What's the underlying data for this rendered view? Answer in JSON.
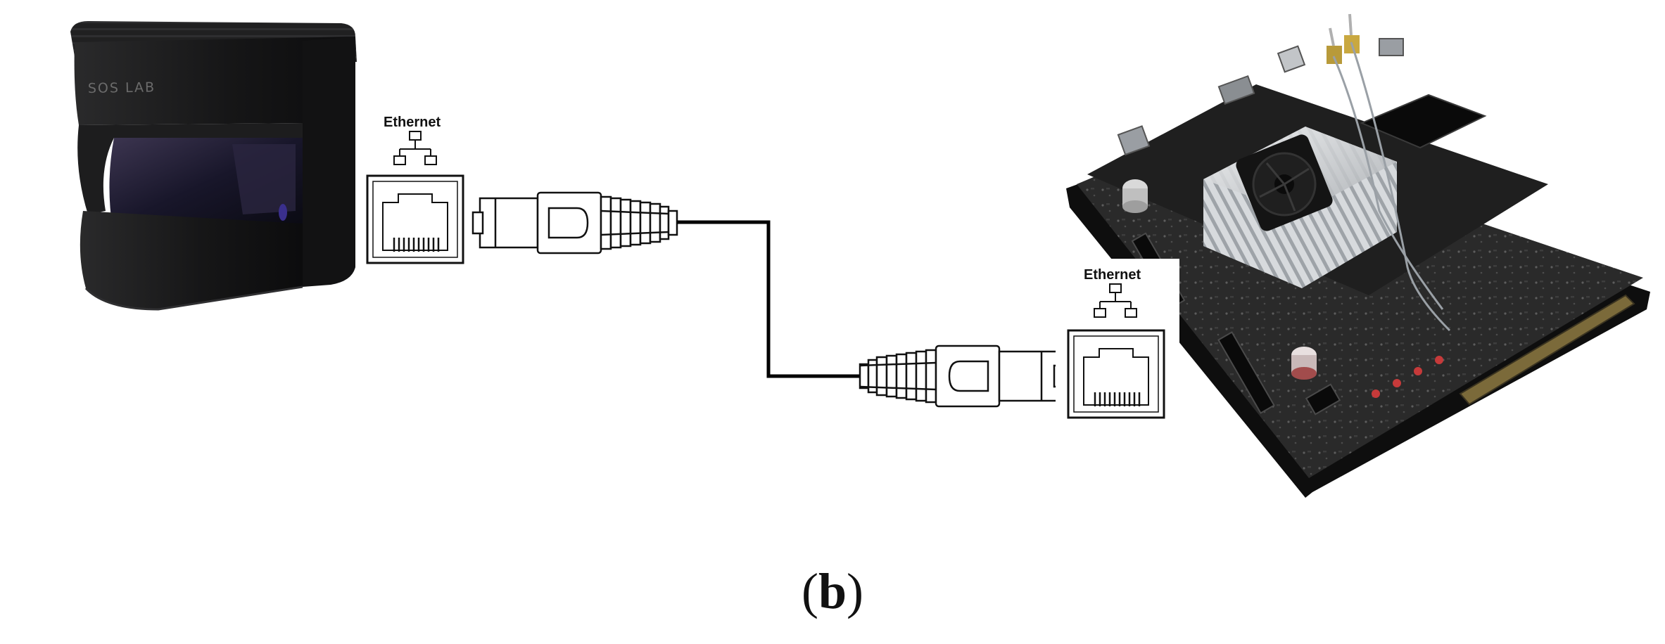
{
  "sensor": {
    "brand": "SOS LAB"
  },
  "sensor_port": {
    "label": "Ethernet"
  },
  "board_port": {
    "label": "Ethernet"
  },
  "caption": {
    "open": "(",
    "letter": "b",
    "close": ")"
  },
  "colors": {
    "sensor_body": "#1b1b1c",
    "board": "#232323",
    "heatsink": "#d9dcdf",
    "cable": "#000000"
  }
}
